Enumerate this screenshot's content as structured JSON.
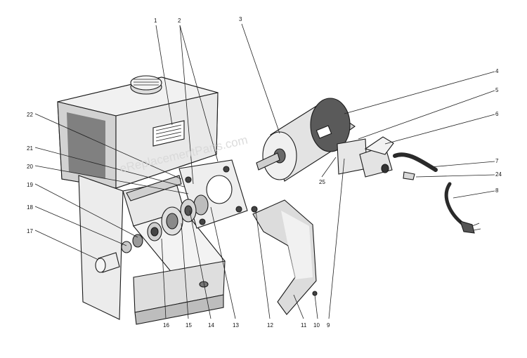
{
  "labels": {
    "1": "1",
    "2": "2",
    "3": "3",
    "4": "4",
    "5": "5",
    "6": "6",
    "7": "7",
    "8": "8",
    "9": "9",
    "10": "10",
    "11": "11",
    "12": "12",
    "13": "13",
    "14": "14",
    "15": "15",
    "16": "16",
    "17": "17",
    "18": "18",
    "19": "19",
    "20": "20",
    "21": "21",
    "22": "22",
    "24": "24",
    "25": "25"
  },
  "watermark": "eReplacementParts.com",
  "colors": {
    "ink": "#1a1a1a",
    "background": "#ffffff",
    "shade": "#5a5a5a",
    "light": "#cfcfcf"
  }
}
